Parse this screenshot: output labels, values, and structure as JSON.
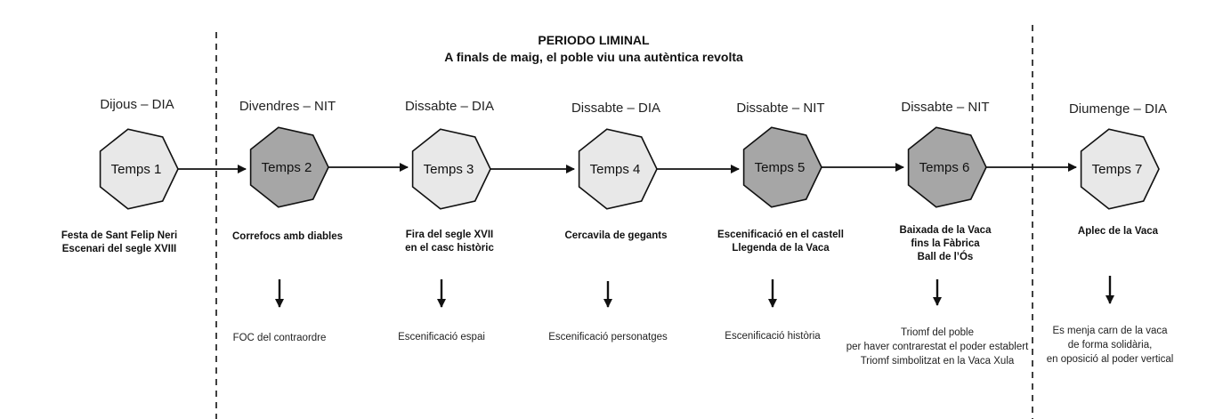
{
  "header": {
    "title": "PERIODO LIMINAL",
    "subtitle": "A finals de maig, el poble viu una autèntica revolta"
  },
  "colors": {
    "light_fill": "#e8e8e8",
    "dark_fill": "#a6a6a6",
    "stroke": "#111111"
  },
  "stages": [
    {
      "day": "Dijous – DIA",
      "label": "Temps 1",
      "shade": "light",
      "event": [
        "Festa de Sant Felip Neri",
        "Escenari del segle XVIII"
      ],
      "note": []
    },
    {
      "day": "Divendres – NIT",
      "label": "Temps 2",
      "shade": "dark",
      "event": [
        "Correfocs amb diables"
      ],
      "note": [
        "FOC del contraordre"
      ]
    },
    {
      "day": "Dissabte – DIA",
      "label": "Temps 3",
      "shade": "light",
      "event": [
        "Fira del segle XVII",
        "en el casc històric"
      ],
      "note": [
        "Escenificació espai"
      ]
    },
    {
      "day": "Dissabte – DIA",
      "label": "Temps 4",
      "shade": "light",
      "event": [
        "Cercavila de gegants"
      ],
      "note": [
        "Escenificació personatges"
      ]
    },
    {
      "day": "Dissabte – NIT",
      "label": "Temps 5",
      "shade": "dark",
      "event": [
        "Escenificació en el castell",
        "Llegenda de la Vaca"
      ],
      "note": [
        "Escenificació història"
      ]
    },
    {
      "day": "Dissabte – NIT",
      "label": "Temps 6",
      "shade": "dark",
      "event": [
        "Baixada de la Vaca",
        "fins la Fàbrica",
        "Ball de l’Ós"
      ],
      "note": [
        "Triomf del poble",
        "per haver contrarestat el poder establert",
        "Triomf simbolitzat en la Vaca Xula"
      ]
    },
    {
      "day": "Diumenge – DIA",
      "label": "Temps 7",
      "shade": "light",
      "event": [
        "Aplec de la Vaca"
      ],
      "note": [
        "Es menja carn de la vaca",
        "de forma solidària,",
        "en oposició al poder vertical"
      ]
    }
  ]
}
